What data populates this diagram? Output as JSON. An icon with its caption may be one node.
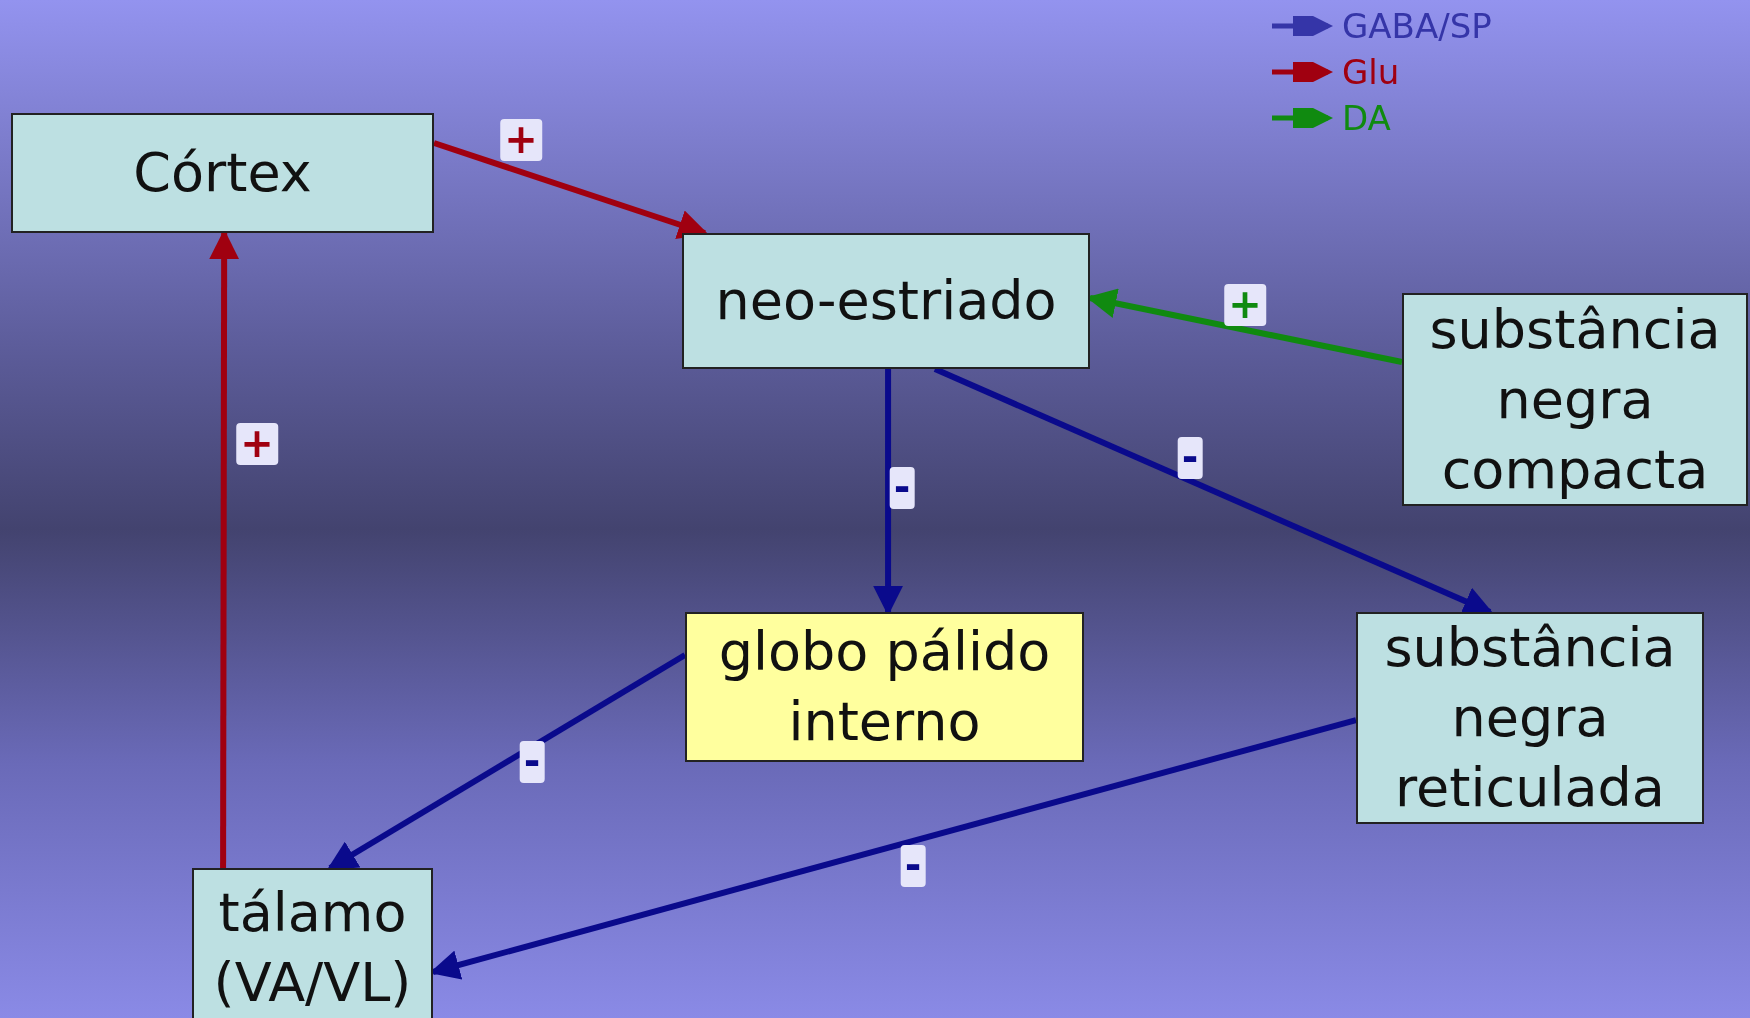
{
  "diagram": {
    "nodes": [
      {
        "text": [
          "Córtex"
        ]
      },
      {
        "text": [
          "neo-estriado"
        ]
      },
      {
        "text": [
          "substância negra compacta"
        ]
      },
      {
        "text": [
          "globo pálido interno"
        ]
      },
      {
        "text": [
          "substância negra reticulada"
        ]
      },
      {
        "text": [
          "tálamo (VA/VL)"
        ]
      }
    ],
    "edges": [
      {
        "from": 0,
        "to": 1,
        "arrow": "to",
        "label": "+",
        "color": "#a00010"
      },
      {
        "from": 2,
        "to": 1,
        "arrow": "to",
        "label": "+",
        "color": "#108a10"
      },
      {
        "from": 1,
        "to": 3,
        "arrow": "to",
        "label": "-"
      },
      {
        "from": 1,
        "to": 4,
        "arrow": "to",
        "label": "-"
      },
      {
        "from": 3,
        "to": 5,
        "arrow": "to",
        "label": "-"
      },
      {
        "from": 4,
        "to": 5,
        "arrow": "to",
        "label": "-"
      },
      {
        "from": 5,
        "to": 0,
        "arrow": "to",
        "label": "+",
        "color": "#a00010"
      }
    ],
    "legend": [
      {
        "text": "GABA/SP",
        "color": "#3535a8"
      },
      {
        "text": "Glu",
        "color": "#a00010"
      },
      {
        "text": "DA",
        "color": "#108a10"
      }
    ]
  }
}
